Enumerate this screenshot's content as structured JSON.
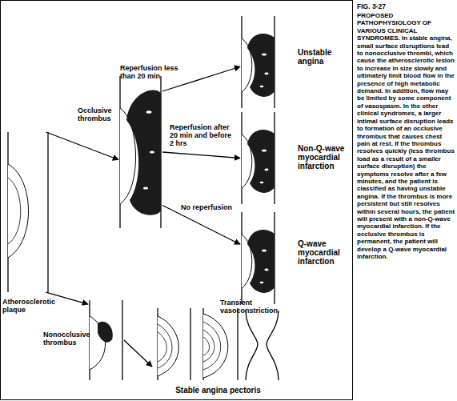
{
  "diagram": {
    "title": "FIG. 3-27",
    "caption": "PROPOSED PATHOPHYSIOLOGY OF VARIOUS CLINICAL SYNDROMES. In stable angina, small surface disruptions lead to nonocclusive thrombi, which cause the atherosclerotic lesion to increase in size slowly and ultimately limit blood flow in the presence of high metabolic demand. In addition, flow may be limited by some component of vasospasm. In the other clinical syndromes, a larger intimal surface disruption leads to formation of an occlusive thrombus that causes chest pain at rest. If the thrombus resolves quickly (less thrombus load as a result of a smaller surface disruption) the symptoms resolve after a few minutes, and the patient is classified as having unstable angina. If the thrombus is more persistent but still resolves within several hours, the patient will present with a non-Q-wave myocardial infarction. If the occlusive thrombus is permanent, the patient will develop a Q-wave myocardial infarction.",
    "nodes": [
      {
        "text": [
          "Atherosclerotic plaque"
        ]
      },
      {
        "text": [
          "Occlusive thrombus"
        ]
      },
      {
        "text": [
          "Unstable angina"
        ]
      },
      {
        "text": [
          "Non-Q-wave myocardial infarction"
        ]
      },
      {
        "text": [
          "Q-wave myocardial infarction"
        ]
      },
      {
        "text": [
          "Nonocclusive thrombus"
        ]
      },
      {
        "text": [
          "Stable angina pectoris"
        ]
      }
    ],
    "edges": [
      {
        "from": 0,
        "to": 1,
        "arrow": "to"
      },
      {
        "from": 0,
        "to": 5,
        "arrow": "to"
      },
      {
        "from": 1,
        "to": 2,
        "label": "Reperfusion less than 20 min",
        "arrow": "to"
      },
      {
        "from": 1,
        "to": 3,
        "label": "Reperfusion after 20 min and before 2 hrs",
        "arrow": "to"
      },
      {
        "from": 1,
        "to": 4,
        "label": "No reperfusion",
        "arrow": "to"
      },
      {
        "from": 5,
        "to": 6,
        "arrow": "to"
      }
    ],
    "labels": [
      "Transient vasoconstriction"
    ]
  }
}
